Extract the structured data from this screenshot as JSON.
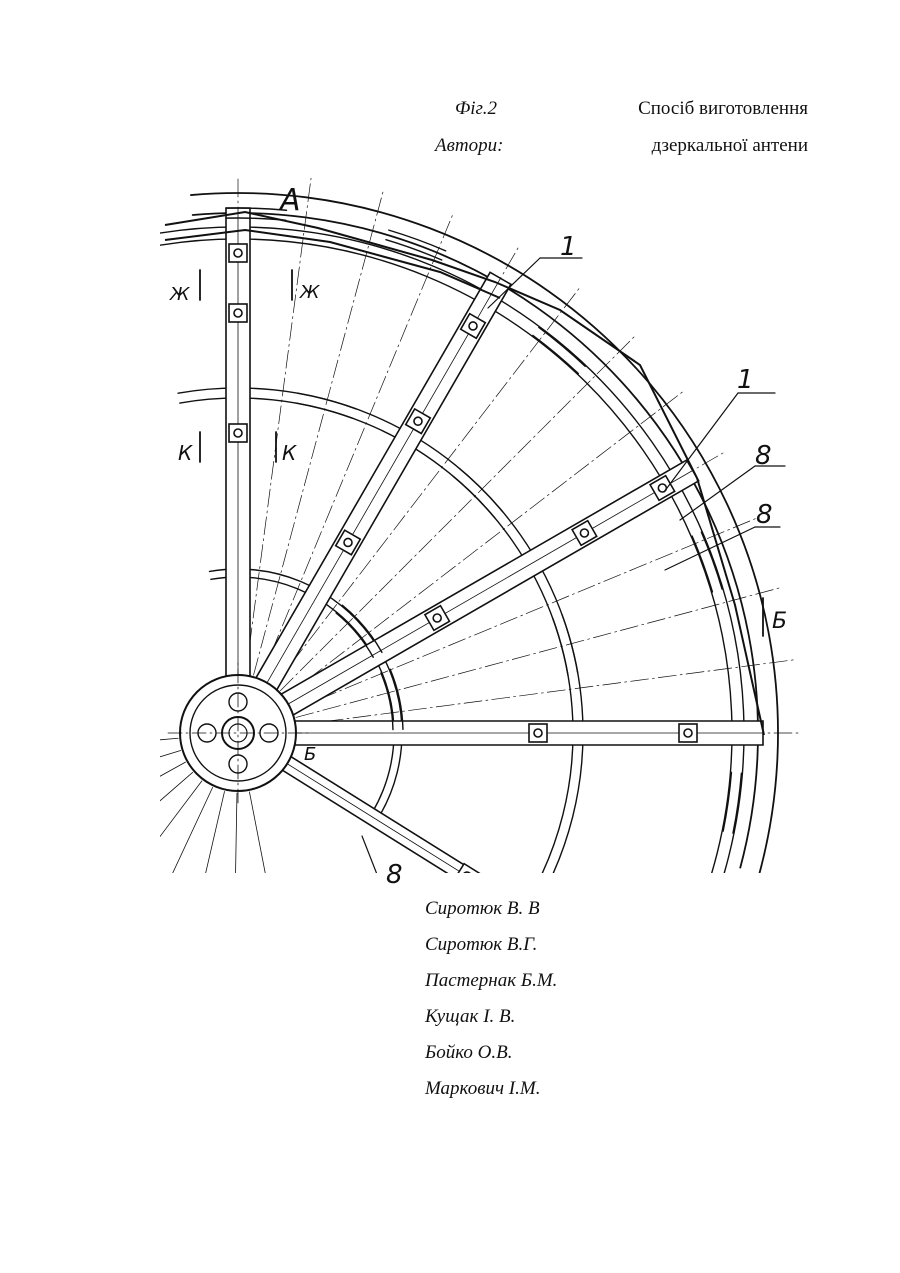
{
  "header": {
    "fig_label": "Фіг.2",
    "authors_label": "Автори:",
    "title_line_1": "Спосіб виготовлення",
    "title_line_2": "дзеркальної антени"
  },
  "drawing": {
    "section_a": "A",
    "section_b_1": "Б",
    "section_b_2": "Б",
    "zh_left": "Ж",
    "zh_right": "Ж",
    "k_left": "К",
    "k_right": "К",
    "callout_1a": "1",
    "callout_1b": "1",
    "callout_8a": "8",
    "callout_8b": "8",
    "callout_8c": "8"
  },
  "authors": [
    "Сиротюк В. В",
    "Сиротюк В.Г.",
    "Пастернак Б.М.",
    "Кущак І. В.",
    "Бойко О.В.",
    "Маркович І.М."
  ]
}
